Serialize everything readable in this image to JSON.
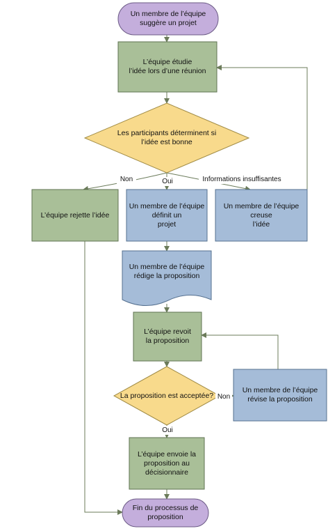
{
  "colors": {
    "terminator": "#c4aedc",
    "process_green": "#a9bf98",
    "process_blue": "#a5bcd8",
    "decision": "#f8da8c",
    "line": "#6b7b5a"
  },
  "nodes": {
    "start": "Un membre de l’équipe\nsuggère un projet",
    "review_idea": "L’équipe étudie\nl’idée lors d’une réunion",
    "decision_idea": "Les participants déterminent si\nl’idée est bonne",
    "reject": "L’équipe rejette l’idée",
    "define": "Un membre de l’équipe\ndéfinit un\nprojet",
    "dig": "Un membre de l’équipe\ncreuse\nl’idée",
    "write": "Un membre de l’équipe\nrédige la proposition",
    "review_proposal": "L’équipe revoit\nla proposition",
    "decision_proposal": "La proposition est acceptée?",
    "revise": "Un membre de l’équipe\nrévise la proposition",
    "send": "L’équipe envoie la\nproposition au\ndécisionnaire",
    "end": "Fin du processus de\nproposition"
  },
  "edge_labels": {
    "no": "Non",
    "yes": "Oui",
    "insufficient": "Informations insuffisantes",
    "no2": "Non",
    "yes2": "Oui"
  }
}
